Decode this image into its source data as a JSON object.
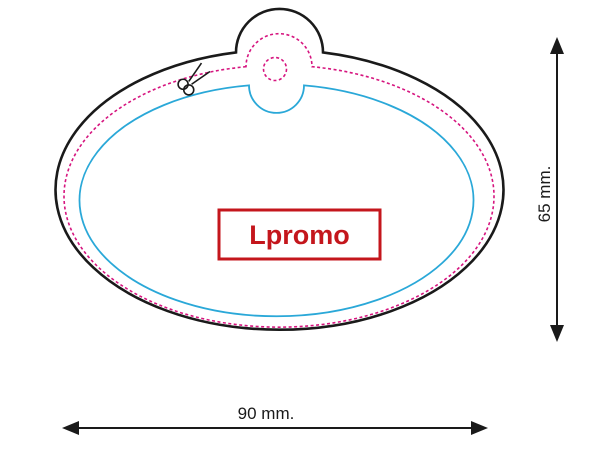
{
  "logo": {
    "text": "Lpromo",
    "color": "#c4161c"
  },
  "dimensions": {
    "width_label": "90 mm.",
    "height_label": "65 mm."
  },
  "icons": {
    "cut_marker": "scissors-icon"
  },
  "colors": {
    "outline": "#1a1a1a",
    "cut_line": "#d6157f",
    "bleed_line": "#2aa8d8",
    "arrow": "#1a1a1a"
  }
}
